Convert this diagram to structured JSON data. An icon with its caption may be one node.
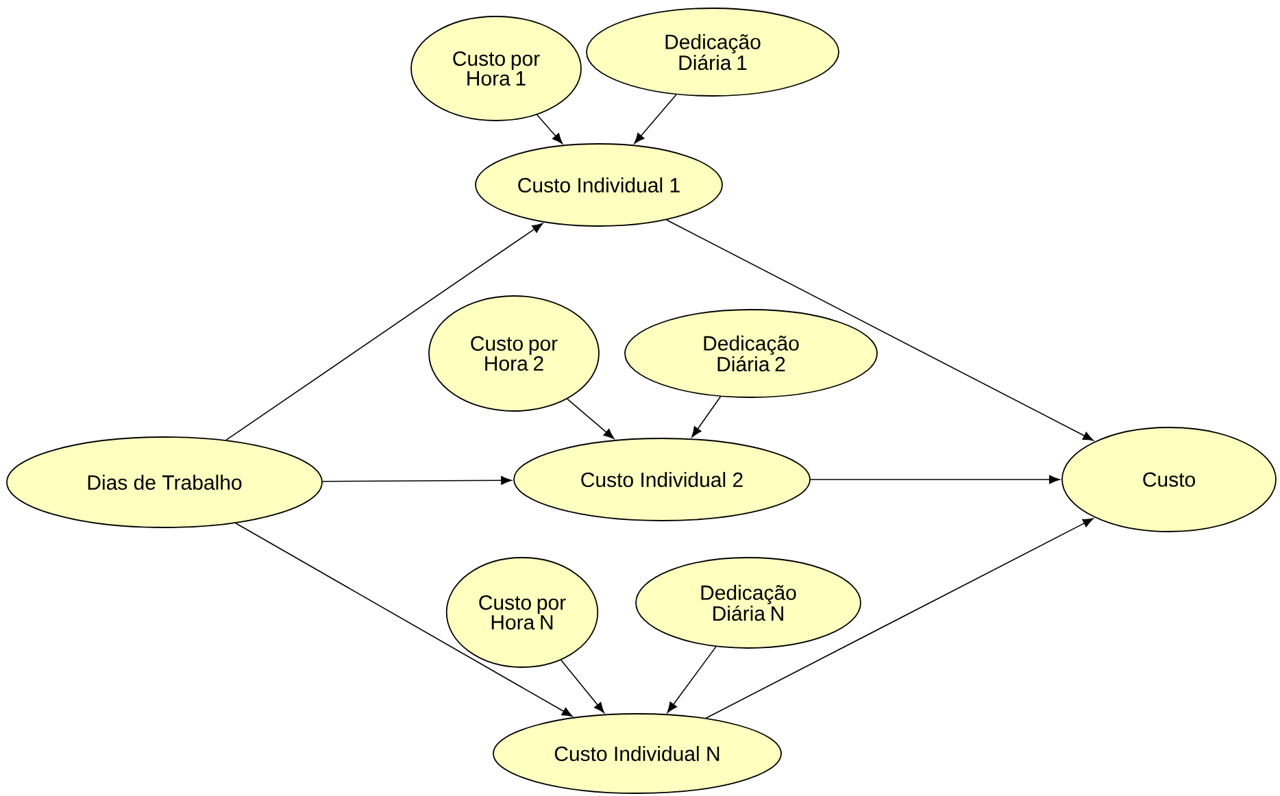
{
  "diagram": {
    "nodes": [
      {
        "text": [
          "Custo por Hora 1"
        ]
      },
      {
        "text": [
          "Dedicação Diária 1"
        ]
      },
      {
        "text": [
          "Custo Individual 1"
        ]
      },
      {
        "text": [
          "Custo por Hora 2"
        ]
      },
      {
        "text": [
          "Dedicação Diária 2"
        ]
      },
      {
        "text": [
          "Dias de Trabalho"
        ]
      },
      {
        "text": [
          "Custo Individual 2"
        ]
      },
      {
        "text": [
          "Custo"
        ]
      },
      {
        "text": [
          "Custo por Hora N"
        ]
      },
      {
        "text": [
          "Dedicação Diária N"
        ]
      },
      {
        "text": [
          "Custo Individual N"
        ]
      }
    ],
    "edges": [
      {
        "from": 0,
        "to": 2,
        "arrow": "to"
      },
      {
        "from": 1,
        "to": 2,
        "arrow": "to"
      },
      {
        "from": 5,
        "to": 2,
        "arrow": "to"
      },
      {
        "from": 2,
        "to": 7,
        "arrow": "to"
      },
      {
        "from": 3,
        "to": 6,
        "arrow": "to"
      },
      {
        "from": 4,
        "to": 6,
        "arrow": "to"
      },
      {
        "from": 5,
        "to": 6,
        "arrow": "to"
      },
      {
        "from": 6,
        "to": 7,
        "arrow": "to"
      },
      {
        "from": 5,
        "to": 10,
        "arrow": "to"
      },
      {
        "from": 8,
        "to": 10,
        "arrow": "to"
      },
      {
        "from": 9,
        "to": 10,
        "arrow": "to"
      },
      {
        "from": 10,
        "to": 7,
        "arrow": "to"
      }
    ]
  }
}
